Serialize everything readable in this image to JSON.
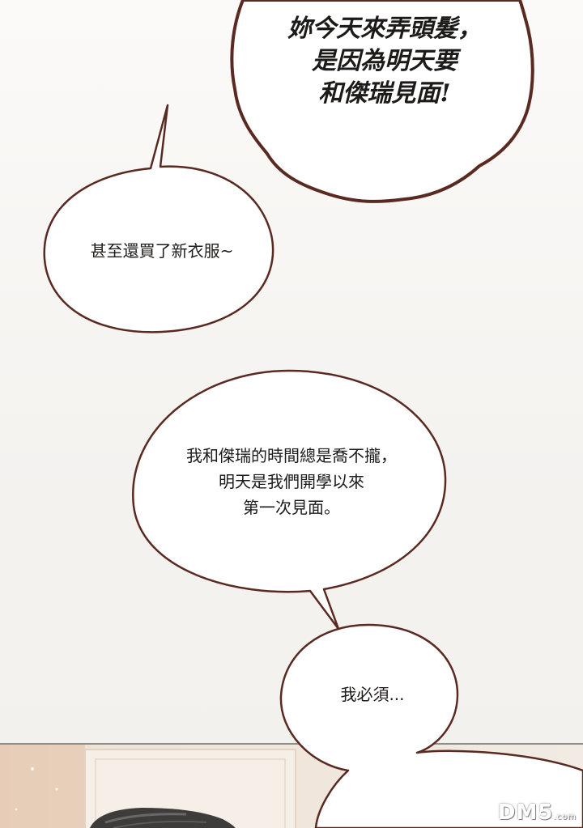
{
  "bubbles": {
    "top_lines": [
      "妳今天來弄頭髮，",
      "是因為明天要",
      "和傑瑞見面!"
    ],
    "second_text": "甚至還買了新衣服~",
    "third_lines": [
      "我和傑瑞的時間總是喬不攏，",
      "明天是我們開學以來",
      "第一次見面。"
    ],
    "fourth_text": "我必須..."
  },
  "watermark": {
    "main": "DM5",
    "suffix": ".com"
  },
  "colors": {
    "bubble_outline": "#5a2a22",
    "bubble_fill": "#ffffff",
    "background": "#f7f5f2"
  }
}
